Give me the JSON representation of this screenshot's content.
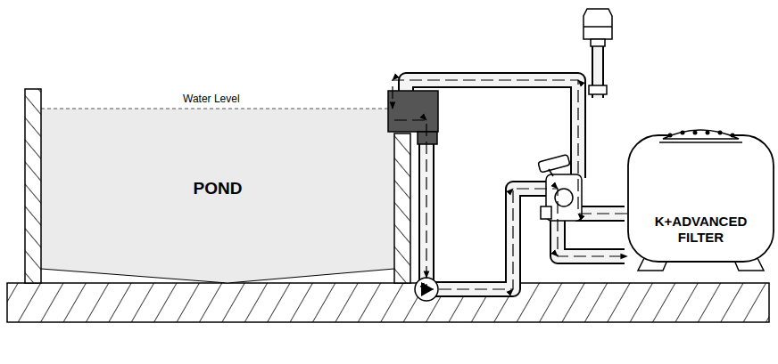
{
  "diagram": {
    "nodes": [
      {
        "text": [
          "POND"
        ]
      },
      {
        "text": [
          "K+ADVANCED FILTER"
        ]
      }
    ],
    "edges": [
      {
        "from": 0,
        "to": 1,
        "arrow": "to"
      },
      {
        "from": 1,
        "to": 0,
        "arrow": "to"
      }
    ],
    "labels": [
      "Water Level"
    ]
  }
}
